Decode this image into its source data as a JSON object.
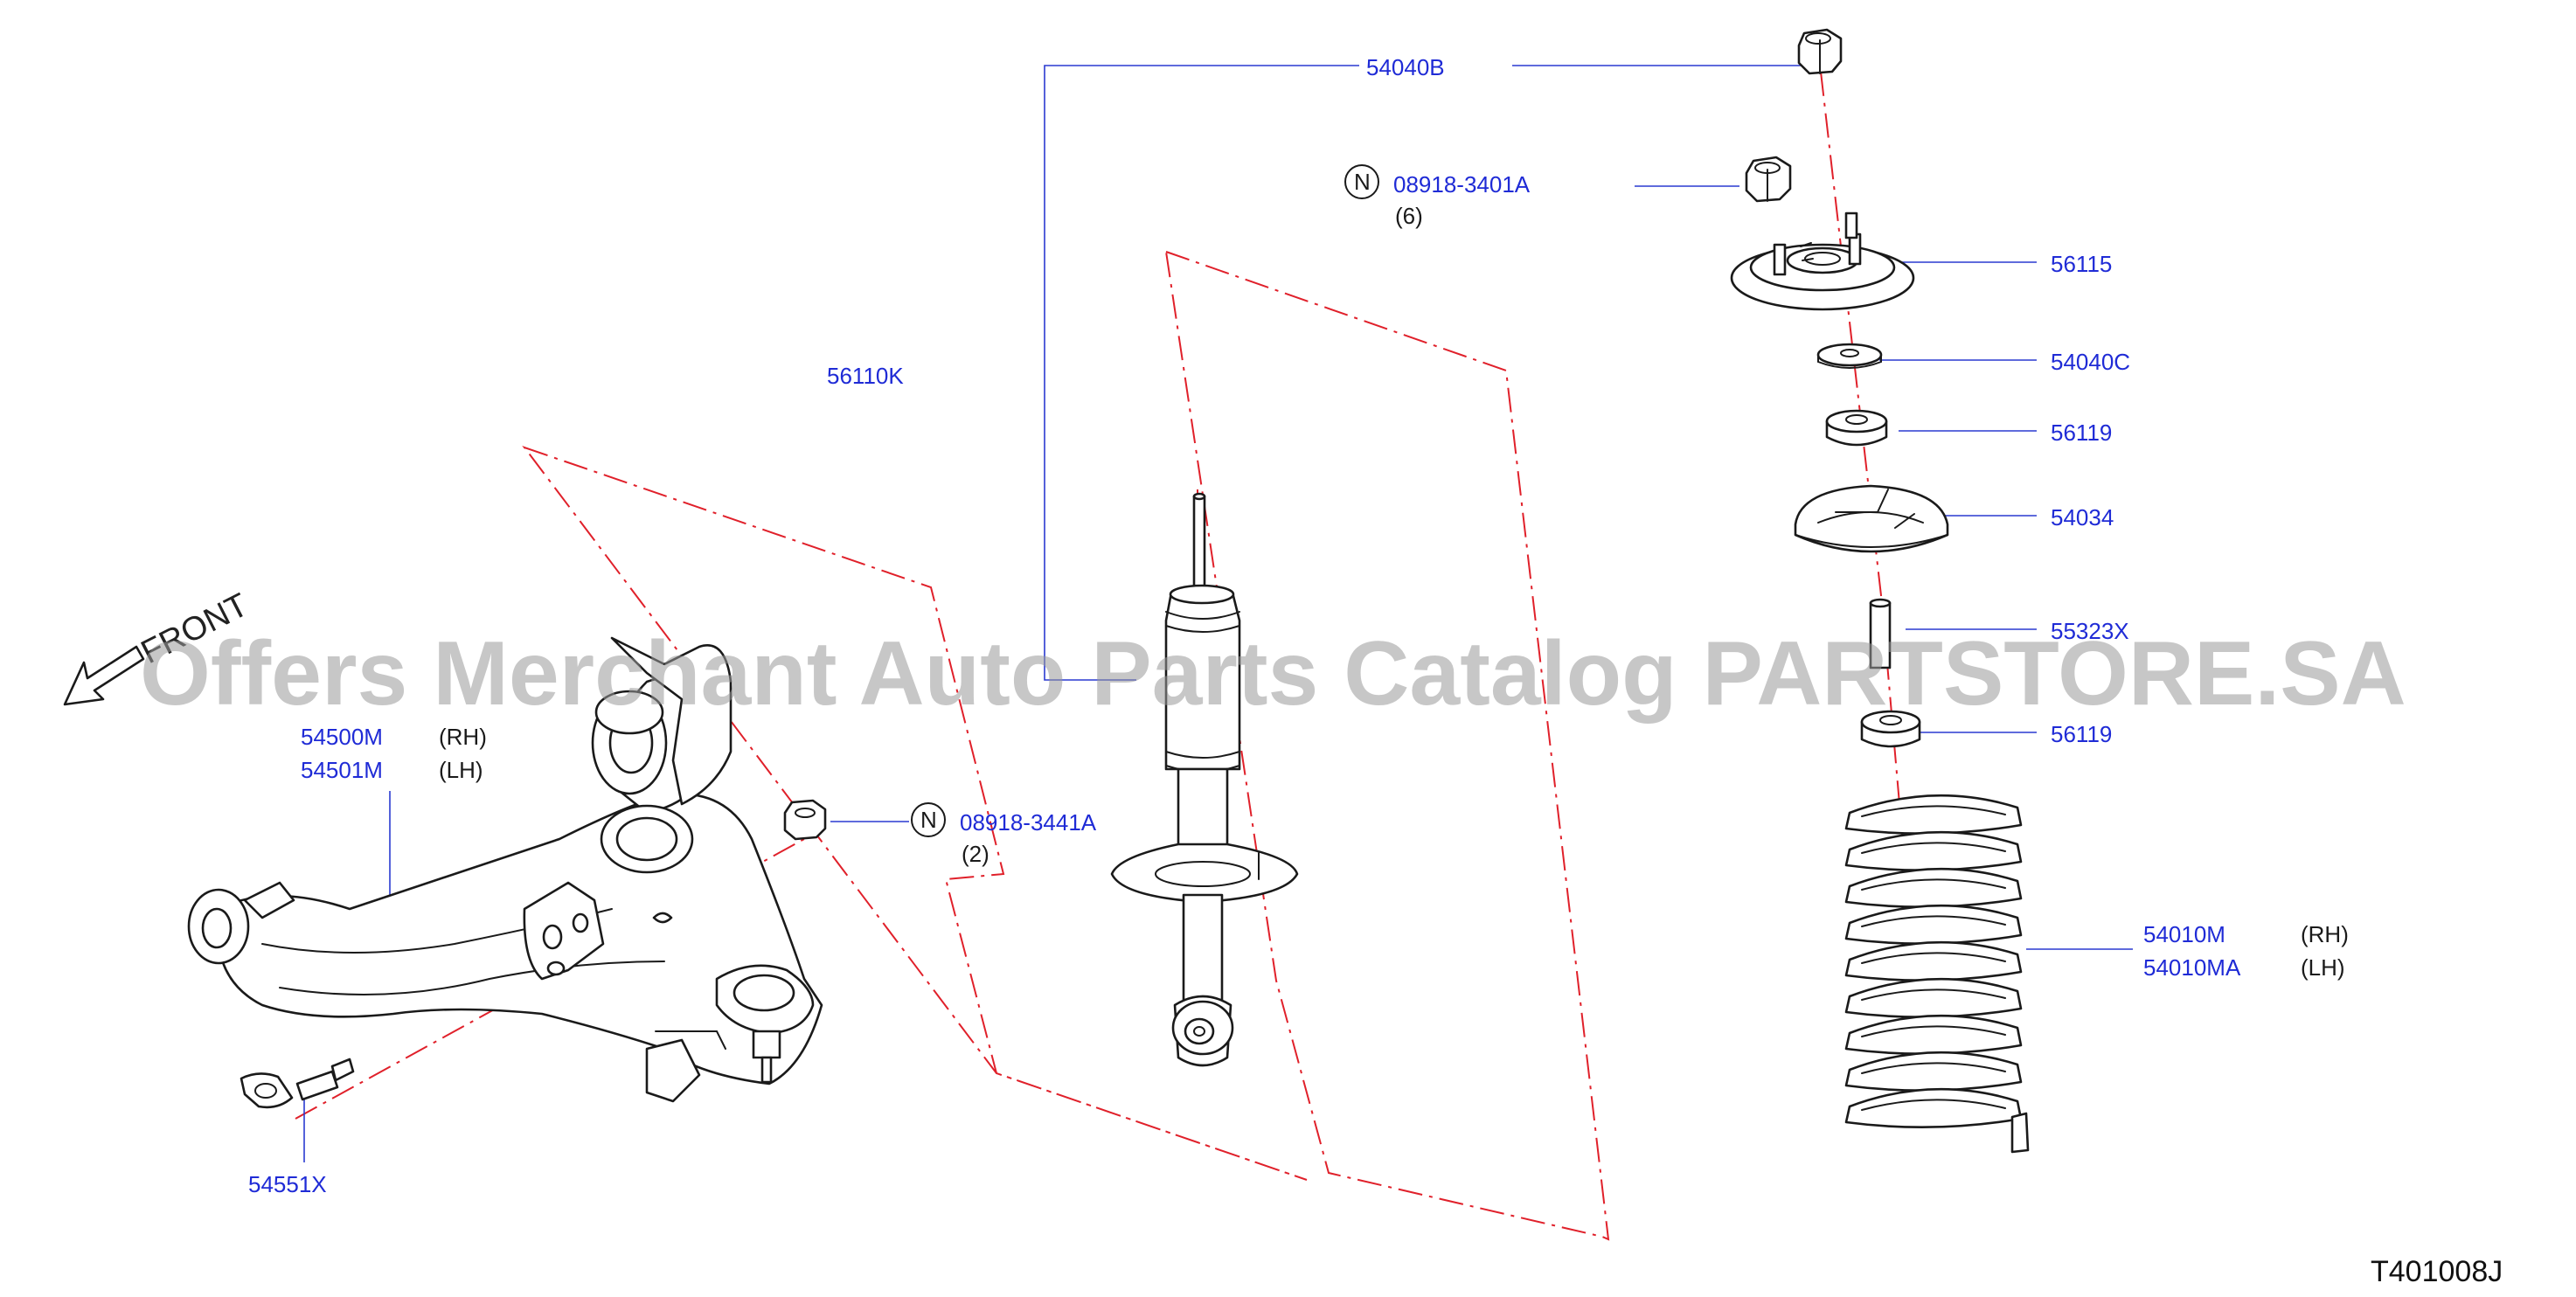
{
  "diagram": {
    "reference_code": "T401008J",
    "direction_label": "FRONT",
    "watermark": "Offers Merchant Auto Parts Catalog PARTSTORE.SA",
    "colors": {
      "label": "#1f2bd6",
      "leader": "#2a3ad0",
      "dash": "#e0202a",
      "drawing": "#1a1a1a"
    },
    "parts": [
      {
        "id": "p54040B",
        "number": "54040B"
      },
      {
        "id": "p08918-3401A",
        "number": "08918-3401A",
        "prefix": "N",
        "qty": "(6)"
      },
      {
        "id": "p56115",
        "number": "56115"
      },
      {
        "id": "p54040C",
        "number": "54040C"
      },
      {
        "id": "p56119a",
        "number": "56119"
      },
      {
        "id": "p54034",
        "number": "54034"
      },
      {
        "id": "p55323X",
        "number": "55323X"
      },
      {
        "id": "p56119b",
        "number": "56119"
      },
      {
        "id": "p56110K",
        "number": "56110K"
      },
      {
        "id": "p54500M",
        "number": "54500M",
        "note": "(RH)"
      },
      {
        "id": "p54501M",
        "number": "54501M",
        "note": "(LH)"
      },
      {
        "id": "p08918-3441A",
        "number": "08918-3441A",
        "prefix": "N",
        "qty": "(2)"
      },
      {
        "id": "p54551X",
        "number": "54551X"
      },
      {
        "id": "p54010M",
        "number": "54010M",
        "note": "(RH)"
      },
      {
        "id": "p54010MA",
        "number": "54010MA",
        "note": "(LH)"
      }
    ]
  }
}
